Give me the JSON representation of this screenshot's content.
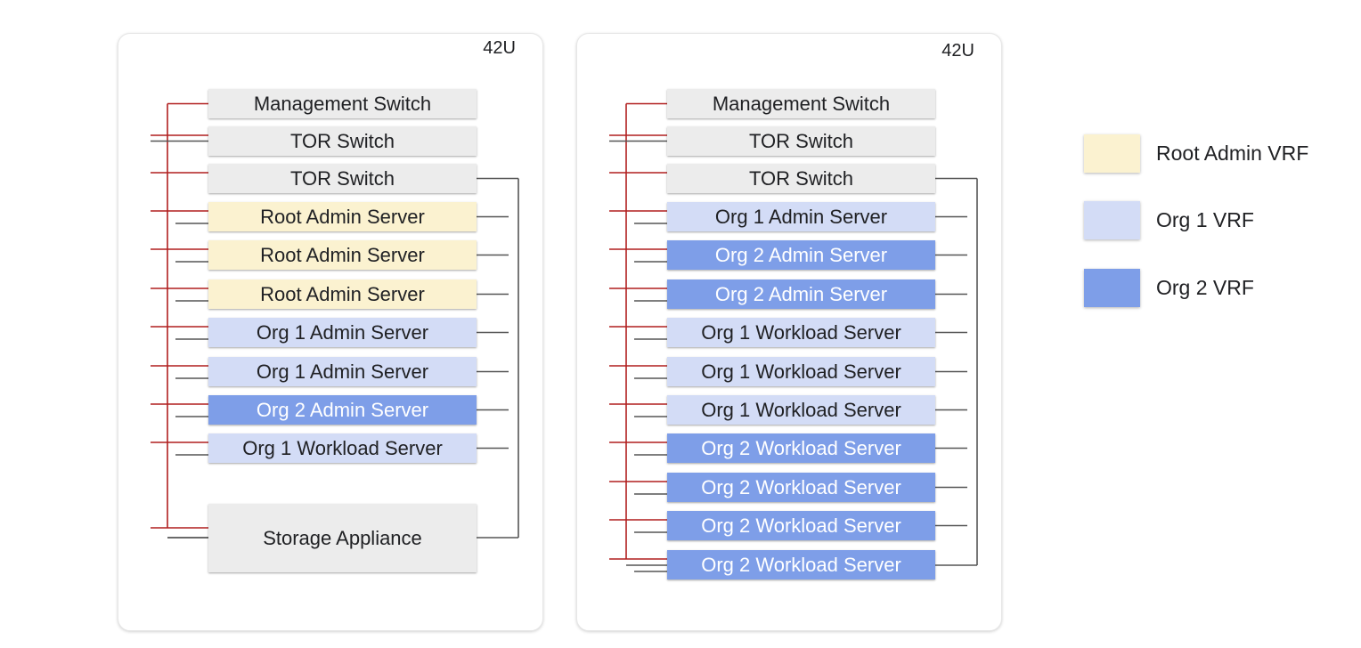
{
  "legend": [
    {
      "label": "Root Admin VRF",
      "color": "#fbf2d0"
    },
    {
      "label": "Org 1 VRF",
      "color": "#d3dcf6"
    },
    {
      "label": "Org 2 VRF",
      "color": "#7e9ee8"
    }
  ],
  "racks": [
    {
      "label": "42U",
      "units": [
        {
          "label": "Management Switch",
          "vrf": "neutral"
        },
        {
          "label": "TOR Switch",
          "vrf": "neutral"
        },
        {
          "label": "TOR Switch",
          "vrf": "neutral"
        },
        {
          "label": "Root Admin Server",
          "vrf": "root"
        },
        {
          "label": "Root Admin Server",
          "vrf": "root"
        },
        {
          "label": "Root Admin Server",
          "vrf": "root"
        },
        {
          "label": "Org 1 Admin Server",
          "vrf": "org1"
        },
        {
          "label": "Org 1 Admin Server",
          "vrf": "org1"
        },
        {
          "label": "Org 2 Admin Server",
          "vrf": "org2"
        },
        {
          "label": "Org 1 Workload Server",
          "vrf": "org1"
        },
        {
          "label": "Storage Appliance",
          "vrf": "neutral"
        }
      ]
    },
    {
      "label": "42U",
      "units": [
        {
          "label": "Management Switch",
          "vrf": "neutral"
        },
        {
          "label": "TOR Switch",
          "vrf": "neutral"
        },
        {
          "label": "TOR Switch",
          "vrf": "neutral"
        },
        {
          "label": "Org 1 Admin Server",
          "vrf": "org1"
        },
        {
          "label": "Org 2 Admin Server",
          "vrf": "org2"
        },
        {
          "label": "Org 2 Admin Server",
          "vrf": "org2"
        },
        {
          "label": "Org 1 Workload Server",
          "vrf": "org1"
        },
        {
          "label": "Org 1 Workload Server",
          "vrf": "org1"
        },
        {
          "label": "Org 1 Workload Server",
          "vrf": "org1"
        },
        {
          "label": "Org 2 Workload Server",
          "vrf": "org2"
        },
        {
          "label": "Org 2 Workload Server",
          "vrf": "org2"
        },
        {
          "label": "Org 2 Workload Server",
          "vrf": "org2"
        },
        {
          "label": "Org 2 Workload Server",
          "vrf": "org2"
        }
      ]
    }
  ]
}
